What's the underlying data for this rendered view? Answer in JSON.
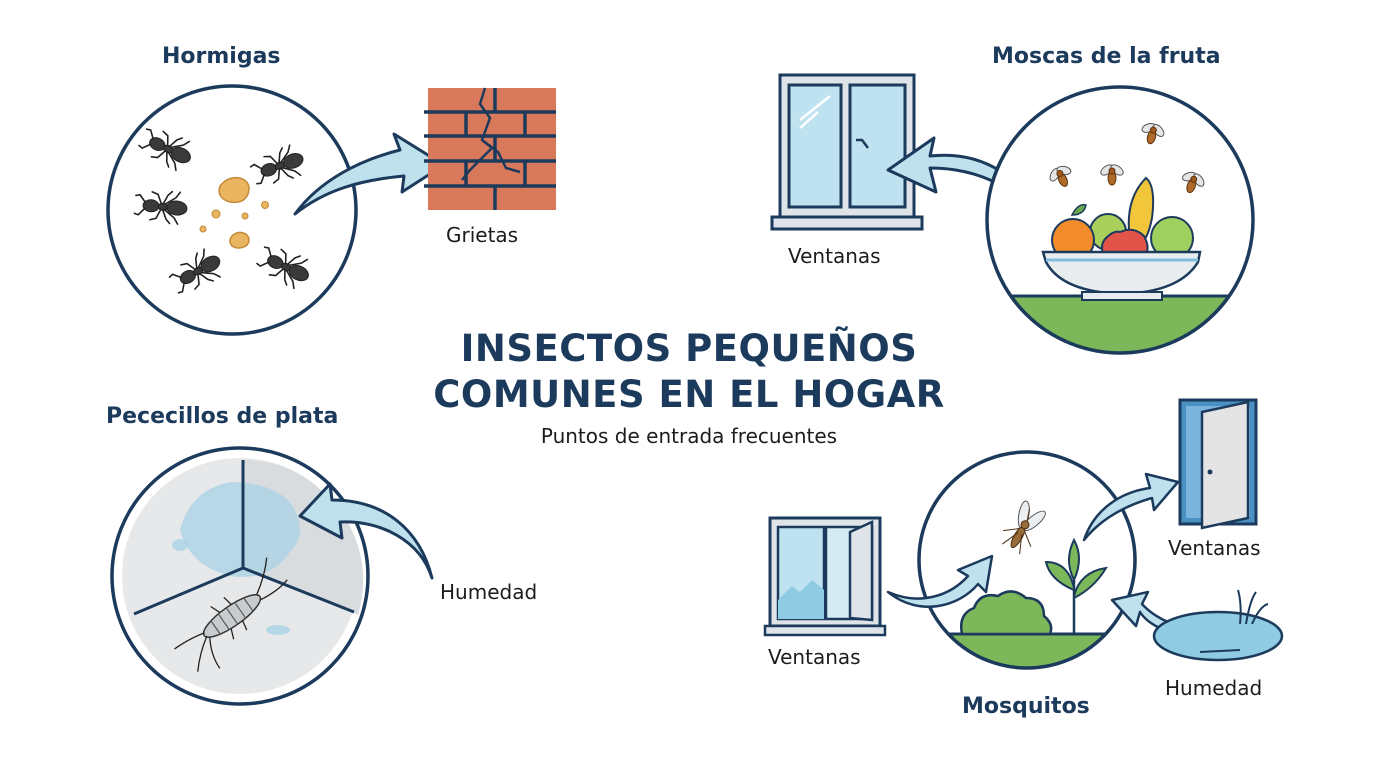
{
  "title": {
    "line1": "INSECTOS PEQUEÑOS",
    "line2": "COMUNES EN EL HOGAR",
    "subtitle": "Puntos de entrada frecuentes"
  },
  "colors": {
    "heading": "#1b3a5c",
    "outline": "#1b3a5c",
    "arrow_fill": "#bfe1ee",
    "brick": "#d9795c",
    "glass": "#bfe2f0",
    "grass": "#7cb85a",
    "water": "#8fcbe3"
  },
  "sections": [
    {
      "id": "ants",
      "name": "Hormigas",
      "icon": "ant-icon",
      "entry_points": [
        {
          "label": "Grietas",
          "icon": "cracked-brick-wall-icon"
        }
      ]
    },
    {
      "id": "fruit-flies",
      "name": "Moscas de la fruta",
      "icon": "fruit-bowl-icon",
      "entry_points": [
        {
          "label": "Ventanas",
          "icon": "window-icon"
        }
      ]
    },
    {
      "id": "silverfish",
      "name": "Pececillos de plata",
      "icon": "silverfish-icon",
      "entry_points": [
        {
          "label": "Humedad",
          "icon": "moisture-icon"
        }
      ]
    },
    {
      "id": "mosquitoes",
      "name": "Mosquitos",
      "icon": "mosquito-icon",
      "entry_points": [
        {
          "label": "Ventanas",
          "icon": "open-window-icon"
        },
        {
          "label": "Ventanas",
          "icon": "door-icon"
        },
        {
          "label": "Humedad",
          "icon": "puddle-icon"
        }
      ]
    }
  ]
}
